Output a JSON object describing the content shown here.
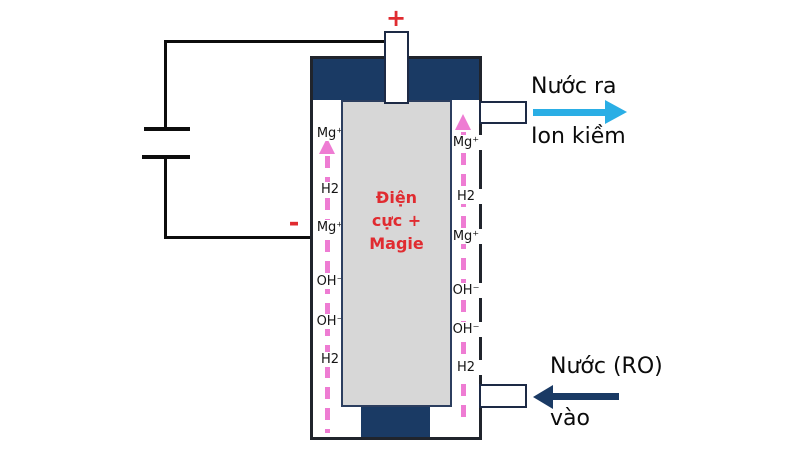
{
  "diagram": {
    "battery": {
      "plus_label": "+",
      "minus_label": "-"
    },
    "electrode": {
      "line1": "Điện",
      "line2": "cực +",
      "line3": "Magie"
    },
    "channels": {
      "left": [
        "Mg⁺",
        "H2",
        "Mg⁺",
        "OH⁻",
        "OH⁻",
        "H2"
      ],
      "right": [
        "Mg⁺",
        "H2",
        "Mg⁺",
        "OH⁻",
        "OH⁻",
        "H2"
      ]
    },
    "outlet": {
      "label_top": "Nước ra",
      "label_bottom": "Ion kiềm"
    },
    "inlet": {
      "label_top": "Nước (RO)",
      "label_bottom": "vào"
    }
  },
  "colors": {
    "navy": "#1a3a64",
    "pink": "#ee7cd3",
    "cyan": "#2aaee5",
    "red": "#e02b30",
    "electrode_gray": "#d7d7d7",
    "wire_black": "#0d0d0d"
  }
}
